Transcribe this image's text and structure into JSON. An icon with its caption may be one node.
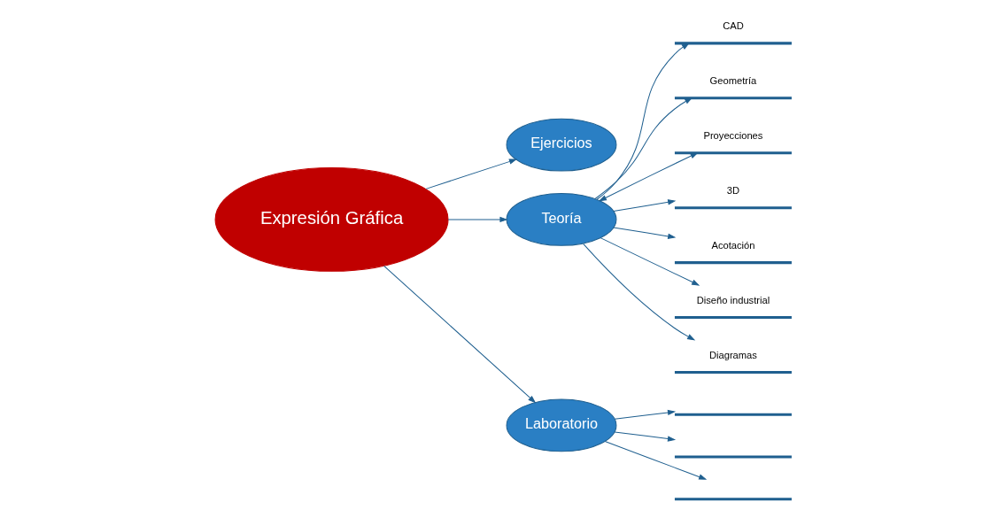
{
  "diagram": {
    "nodes": [
      {
        "text": [
          "Expresión Gráfica"
        ]
      },
      {
        "text": [
          "Ejercicios"
        ]
      },
      {
        "text": [
          "Teoría"
        ]
      },
      {
        "text": [
          "Laboratorio"
        ]
      },
      {
        "text": [
          "CAD"
        ]
      },
      {
        "text": [
          "Geometría"
        ]
      },
      {
        "text": [
          "Proyecciones"
        ]
      },
      {
        "text": [
          "3D"
        ]
      },
      {
        "text": [
          "Acotación"
        ]
      },
      {
        "text": [
          "Diseño industrial"
        ]
      },
      {
        "text": [
          "Diagramas"
        ]
      },
      {
        "text": [],
        "shape": "bar"
      },
      {
        "text": [],
        "shape": "bar"
      },
      {
        "text": [],
        "shape": "bar"
      }
    ],
    "edges": [
      {
        "from": 0,
        "to": 1,
        "arrow": "to"
      },
      {
        "from": 0,
        "to": 2,
        "arrow": "to"
      },
      {
        "from": 0,
        "to": 3,
        "arrow": "to"
      },
      {
        "from": 2,
        "to": 4,
        "arrow": "to"
      },
      {
        "from": 2,
        "to": 5,
        "arrow": "to"
      },
      {
        "from": 2,
        "to": 6,
        "arrow": "both"
      },
      {
        "from": 2,
        "to": 7,
        "arrow": "to"
      },
      {
        "from": 2,
        "to": 8,
        "arrow": "to"
      },
      {
        "from": 2,
        "to": 9,
        "arrow": "to"
      },
      {
        "from": 2,
        "to": 10,
        "arrow": "to"
      },
      {
        "from": 3,
        "to": 11,
        "arrow": "to"
      },
      {
        "from": 3,
        "to": 12,
        "arrow": "to"
      },
      {
        "from": 3,
        "to": 13,
        "arrow": "to"
      }
    ]
  }
}
